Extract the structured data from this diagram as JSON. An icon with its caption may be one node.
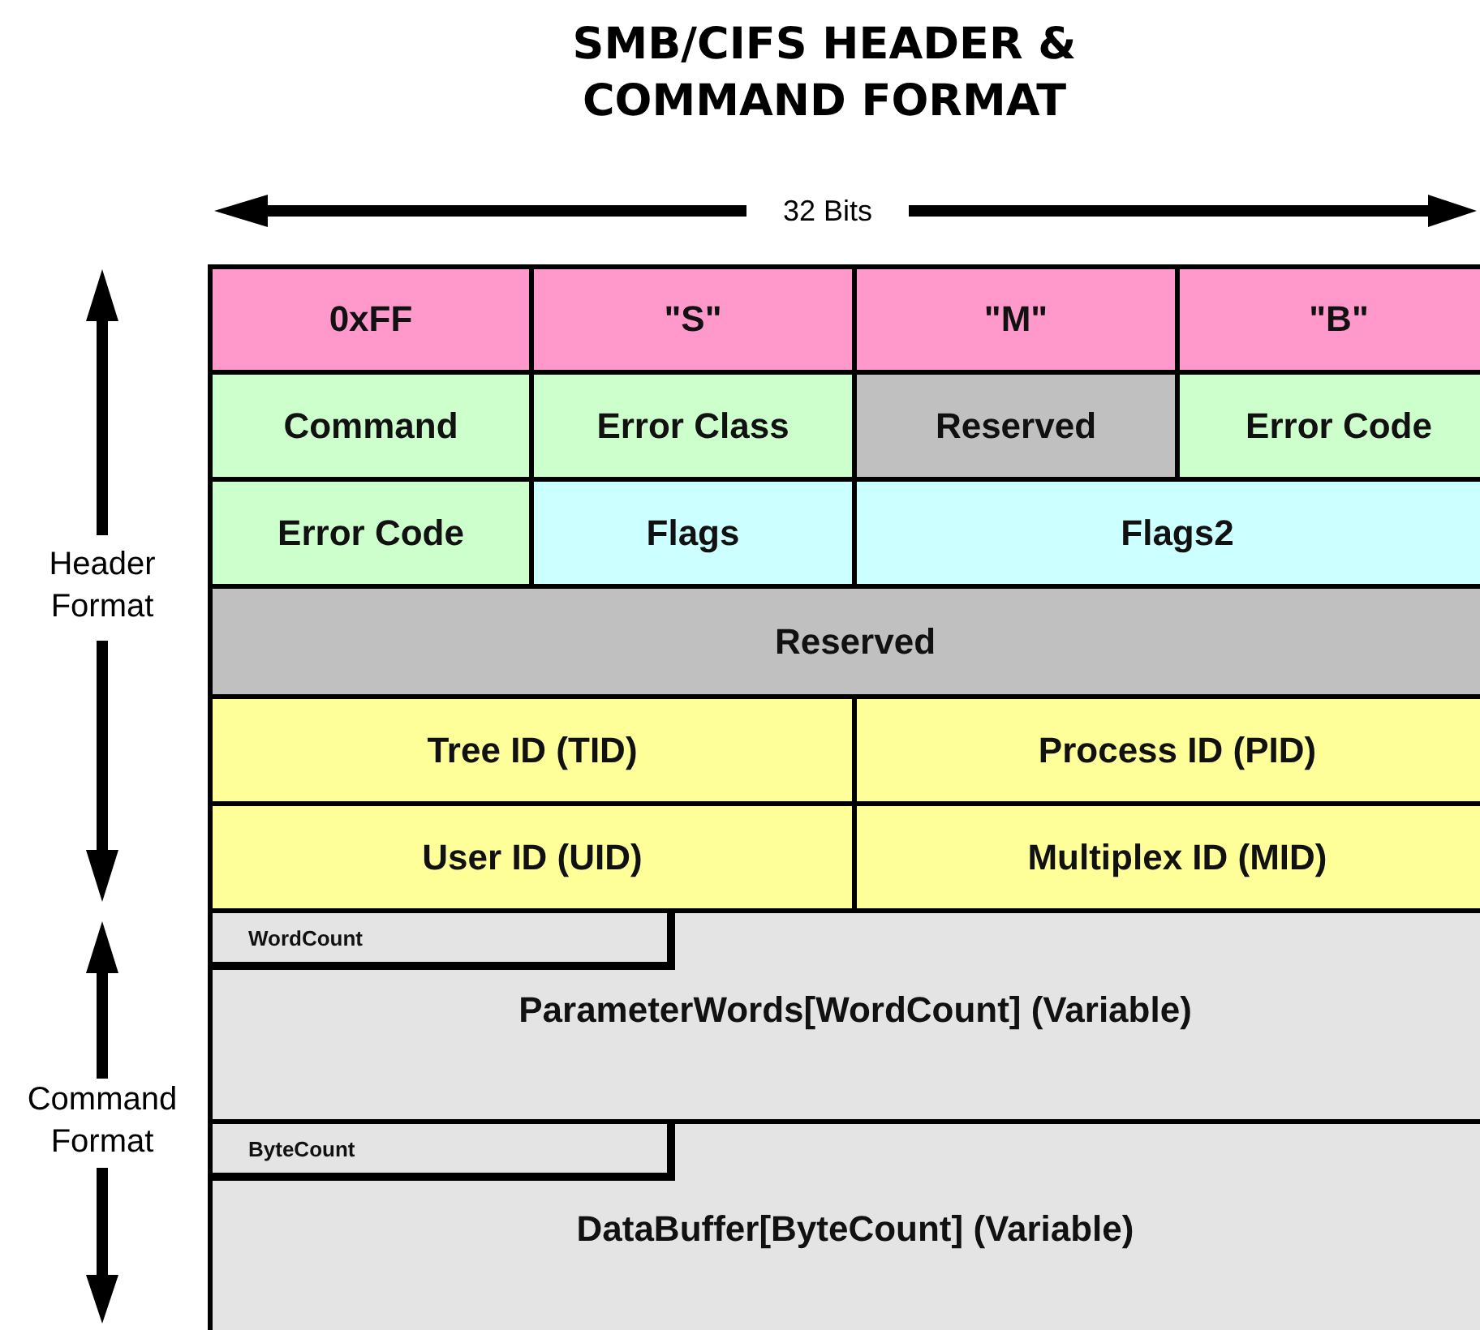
{
  "diagram": {
    "title": "SMB/CIFS HEADER & COMMAND FORMAT",
    "nodes": [
      {
        "text": [
          "0xFF"
        ]
      },
      {
        "text": [
          "\"S\""
        ]
      },
      {
        "text": [
          "\"M\""
        ]
      },
      {
        "text": [
          "\"B\""
        ]
      },
      {
        "text": [
          "Command"
        ]
      },
      {
        "text": [
          "Error Class"
        ]
      },
      {
        "text": [
          "Reserved"
        ]
      },
      {
        "text": [
          "Error Code"
        ]
      },
      {
        "text": [
          "Error Code"
        ]
      },
      {
        "text": [
          "Flags"
        ]
      },
      {
        "text": [
          "Flags2"
        ]
      },
      {
        "text": [
          "Reserved"
        ]
      },
      {
        "text": [
          "Tree ID (TID)"
        ]
      },
      {
        "text": [
          "Process ID (PID)"
        ]
      },
      {
        "text": [
          "User ID (UID)"
        ]
      },
      {
        "text": [
          "Multiplex ID (MID)"
        ]
      },
      {
        "text": [
          "ParameterWords[WordCount] (Variable)"
        ]
      },
      {
        "text": [
          "WordCount"
        ],
        "in": 16
      },
      {
        "text": [
          "DataBuffer[ByteCount] (Variable)"
        ]
      },
      {
        "text": [
          "ByteCount"
        ],
        "in": 18
      }
    ],
    "labels": [
      "32 Bits",
      "Header Format",
      "Command Format"
    ]
  }
}
